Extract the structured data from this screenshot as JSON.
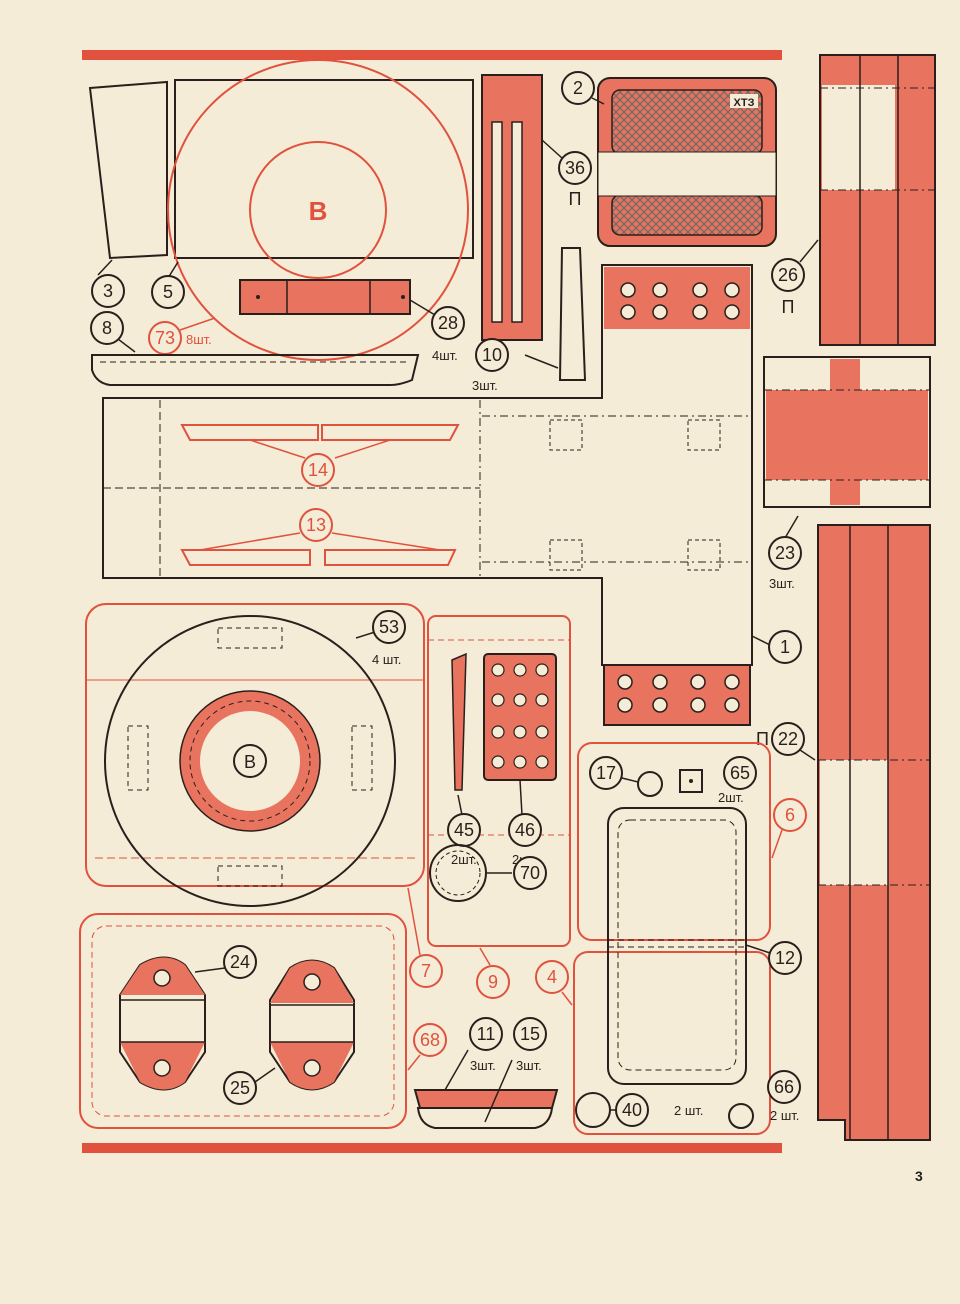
{
  "colors": {
    "paper": "#f4ecd6",
    "red": "#e0523e",
    "ink": "#2a1f1c",
    "fill": "#e8735f",
    "mesh": "#6d6a66"
  },
  "page_number": "3",
  "part_numbers": {
    "p1": "1",
    "p2": "2",
    "p3": "3",
    "p4": "4",
    "p5": "5",
    "p6": "6",
    "p7": "7",
    "p8": "8",
    "p9": "9",
    "p10": "10",
    "p11": "11",
    "p12": "12",
    "p13": "13",
    "p14": "14",
    "p15": "15",
    "p17": "17",
    "p22": "22",
    "p23": "23",
    "p24": "24",
    "p25": "25",
    "p26": "26",
    "p28": "28",
    "p36": "36",
    "p40": "40",
    "p45": "45",
    "p46": "46",
    "p53": "53",
    "p65": "65",
    "p66": "66",
    "p68": "68",
    "p70": "70",
    "p73": "73"
  },
  "quantities": {
    "q73": "8шт.",
    "q28": "4шт.",
    "q10": "3шт.",
    "q23": "3шт.",
    "q53": "4 шт.",
    "q65": "2шт.",
    "q45": "2шт.",
    "q46": "2шт.",
    "q11": "3шт.",
    "q15": "3шт.",
    "q40": "2 шт.",
    "q66": "2 шт."
  },
  "marks": {
    "p_mark": "П",
    "circle_letter": "В",
    "grille_badge": "ХТЗ"
  }
}
